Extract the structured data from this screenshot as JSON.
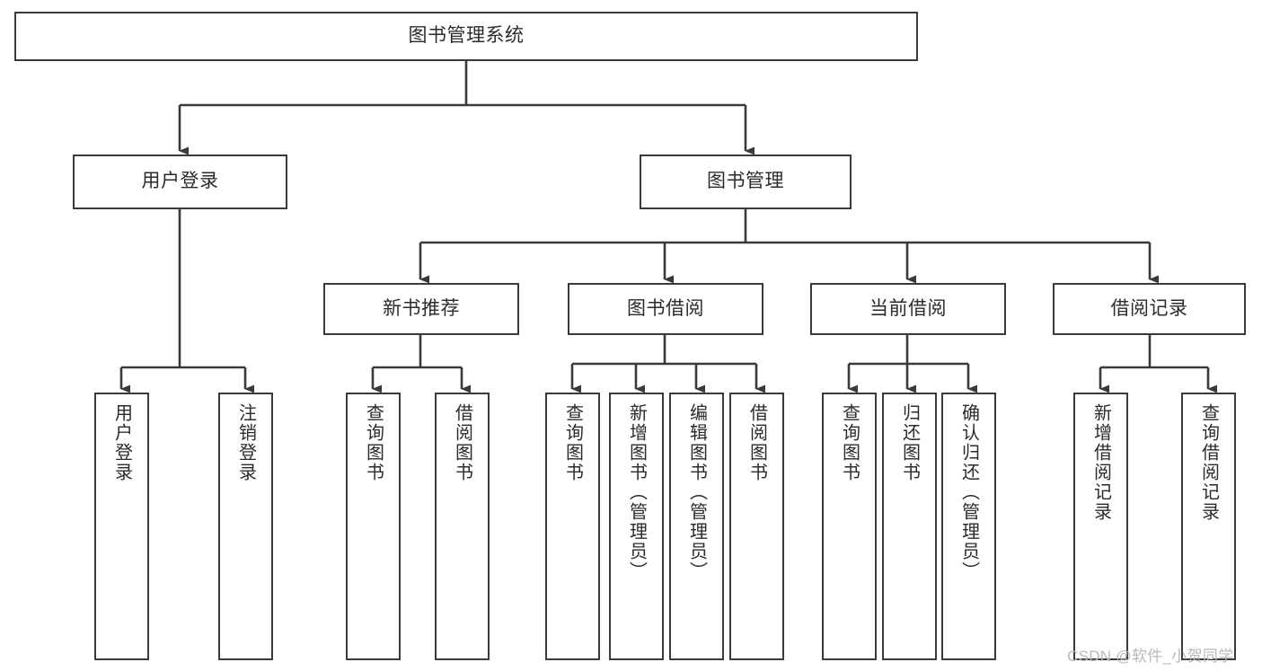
{
  "diagram": {
    "title_node": {
      "label": "图书管理系统"
    },
    "level2": [
      {
        "id": "user-login",
        "label": "用户登录"
      },
      {
        "id": "book-manage",
        "label": "图书管理"
      }
    ],
    "level3": [
      {
        "id": "new-book-recommend",
        "label": "新书推荐"
      },
      {
        "id": "book-borrow",
        "label": "图书借阅"
      },
      {
        "id": "current-borrow",
        "label": "当前借阅"
      },
      {
        "id": "borrow-record",
        "label": "借阅记录"
      }
    ],
    "leaves": {
      "user_login": [
        {
          "id": "leaf-user-login",
          "label": "用户登录"
        },
        {
          "id": "leaf-logout-login",
          "label": "注销登录"
        }
      ],
      "new_book_recommend": [
        {
          "id": "leaf-query-book-1",
          "label": "查询图书"
        },
        {
          "id": "leaf-borrow-book-1",
          "label": "借阅图书"
        }
      ],
      "book_borrow": [
        {
          "id": "leaf-query-book-2",
          "label": "查询图书"
        },
        {
          "id": "leaf-add-book",
          "label": "新增图书（管理员）"
        },
        {
          "id": "leaf-edit-book",
          "label": "编辑图书（管理员）"
        },
        {
          "id": "leaf-borrow-book-2",
          "label": "借阅图书"
        }
      ],
      "current_borrow": [
        {
          "id": "leaf-query-book-3",
          "label": "查询图书"
        },
        {
          "id": "leaf-return-book",
          "label": "归还图书"
        },
        {
          "id": "leaf-confirm-return",
          "label": "确认归还（管理员）"
        }
      ],
      "borrow_record": [
        {
          "id": "leaf-add-record",
          "label": "新增借阅记录"
        },
        {
          "id": "leaf-query-record",
          "label": "查询借阅记录"
        }
      ]
    }
  },
  "watermark": {
    "text": "CSDN @软件_小贺同学"
  },
  "colors": {
    "border": "#3a3a3a",
    "text": "#2b2b2b",
    "background": "#ffffff",
    "watermark": "#b9b9b9"
  }
}
